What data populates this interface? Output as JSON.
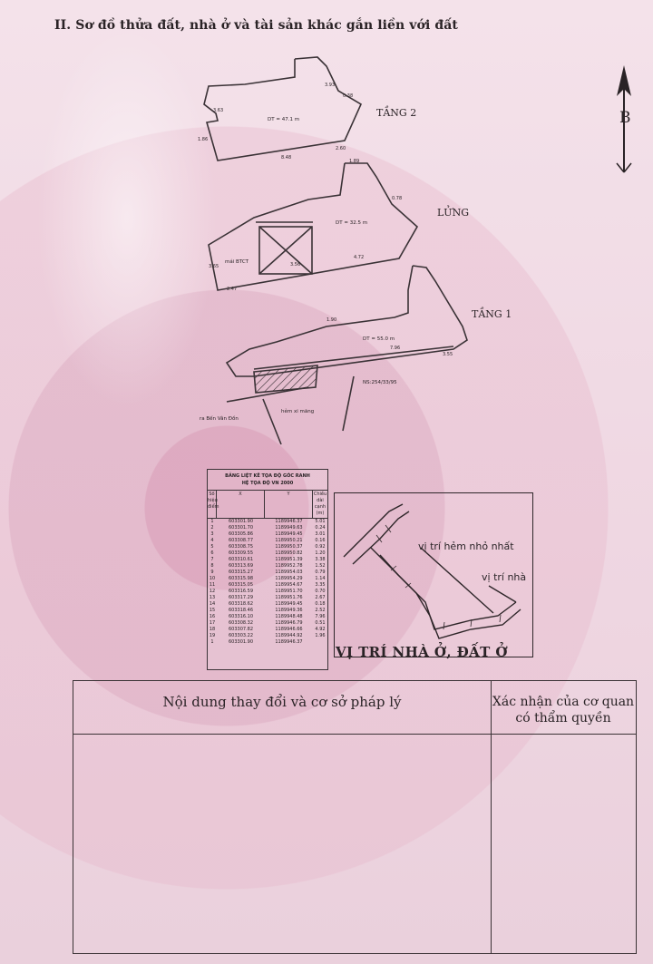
{
  "heading": "II. Sơ đồ thửa đất, nhà ở và tài sản khác gắn liền với đất",
  "north_letter": "B",
  "north_icon": "north-arrow-icon",
  "floors": {
    "tang2": {
      "label": "TẦNG 2",
      "area": "DT = 47.1 m"
    },
    "lung": {
      "label": "LỬNG",
      "area": "DT = 32.5 m",
      "void": "mái BTCT"
    },
    "tang1": {
      "label": "TẦNG 1",
      "area": "DT = 55.0 m",
      "house_no": "NS:254/33/95",
      "street": "ra Bến Vân Đồn",
      "alley": "hẻm xi măng"
    }
  },
  "dims": {
    "d1": "3.63",
    "d2": "3.93",
    "d3": "0.38",
    "d4": "2.60",
    "d5": "8.48",
    "d6": "1.86",
    "d7": "3.65",
    "d8": "3.56",
    "d9": "4.72",
    "d10": "2.47",
    "d11": "1.89",
    "d12": "0.78",
    "d13": "7.96",
    "d14": "3.55",
    "d15": "1.90"
  },
  "coord_table": {
    "title": "BẢNG LIỆT KÊ TỌA ĐỘ GÓC RANH",
    "subtitle": "HỆ TỌA ĐỘ VN 2000",
    "headers": [
      "Số hiệu điểm",
      "X",
      "Y",
      "Chiều dài cạnh (m)"
    ],
    "rows": [
      [
        "1",
        "603301.90",
        "1189946.37",
        "5.01"
      ],
      [
        "2",
        "603301.70",
        "1189949.63",
        "0.24"
      ],
      [
        "3",
        "603305.86",
        "1189949.45",
        "3.01"
      ],
      [
        "4",
        "603308.77",
        "1189950.21",
        "0.16"
      ],
      [
        "5",
        "603308.75",
        "1189950.37",
        "0.92"
      ],
      [
        "6",
        "603309.55",
        "1189950.82",
        "1.20"
      ],
      [
        "7",
        "603310.61",
        "1189951.39",
        "3.38"
      ],
      [
        "8",
        "603313.69",
        "1189952.78",
        "1.52"
      ],
      [
        "9",
        "603315.27",
        "1189954.03",
        "0.79"
      ],
      [
        "10",
        "603315.98",
        "1189954.29",
        "1.14"
      ],
      [
        "11",
        "603315.05",
        "1189954.67",
        "3.35"
      ],
      [
        "12",
        "603316.59",
        "1189951.70",
        "0.70"
      ],
      [
        "13",
        "603317.29",
        "1189951.76",
        "2.67"
      ],
      [
        "14",
        "603318.62",
        "1189949.45",
        "0.18"
      ],
      [
        "15",
        "603318.46",
        "1189949.36",
        "2.52"
      ],
      [
        "16",
        "603316.10",
        "1189948.48",
        "7.96"
      ],
      [
        "17",
        "603308.32",
        "1189946.79",
        "0.51"
      ],
      [
        "18",
        "603307.82",
        "1189946.66",
        "4.92"
      ],
      [
        "19",
        "603303.22",
        "1189944.92",
        "1.96"
      ],
      [
        "1",
        "603301.90",
        "1189946.37",
        ""
      ]
    ]
  },
  "location_map": {
    "alley_label": "vị trí hẻm nhỏ nhất",
    "house_label": "vị trí nhà",
    "caption": "VỊ TRÍ NHÀ Ở, ĐẤT Ở"
  },
  "changes_table": {
    "col1_header": "Nội dung thay đổi và cơ sở pháp lý",
    "col2_header": "Xác nhận của cơ quan có thẩm quyền"
  }
}
